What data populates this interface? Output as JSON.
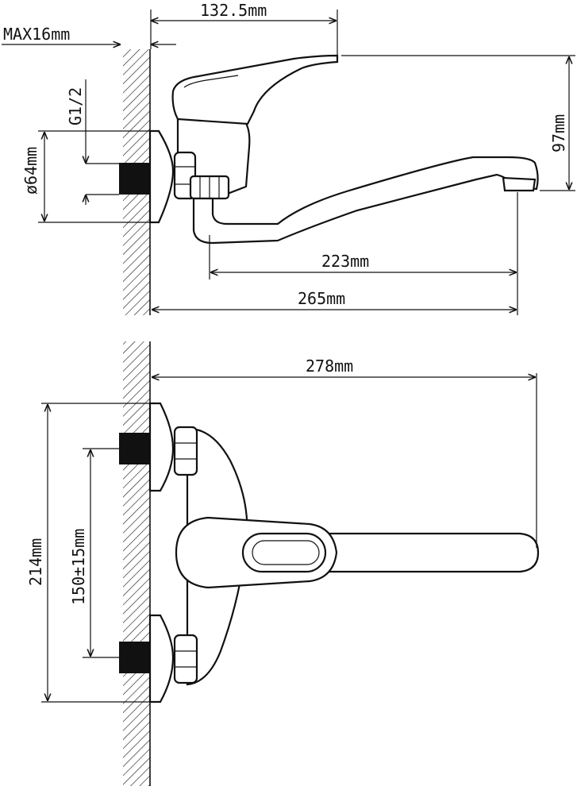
{
  "side_view": {
    "dim_handle_offset": "132.5mm",
    "dim_max_wall": "MAX16mm",
    "dim_thread": "G1/2",
    "dim_flange_dia": "ø64mm",
    "dim_height": "97mm",
    "dim_spout_reach": "223mm",
    "dim_total_reach": "265mm"
  },
  "top_view": {
    "dim_total_length": "278mm",
    "dim_width": "214mm",
    "dim_centers": "150±15mm"
  },
  "colors": {
    "line": "#111111",
    "background": "#ffffff"
  }
}
